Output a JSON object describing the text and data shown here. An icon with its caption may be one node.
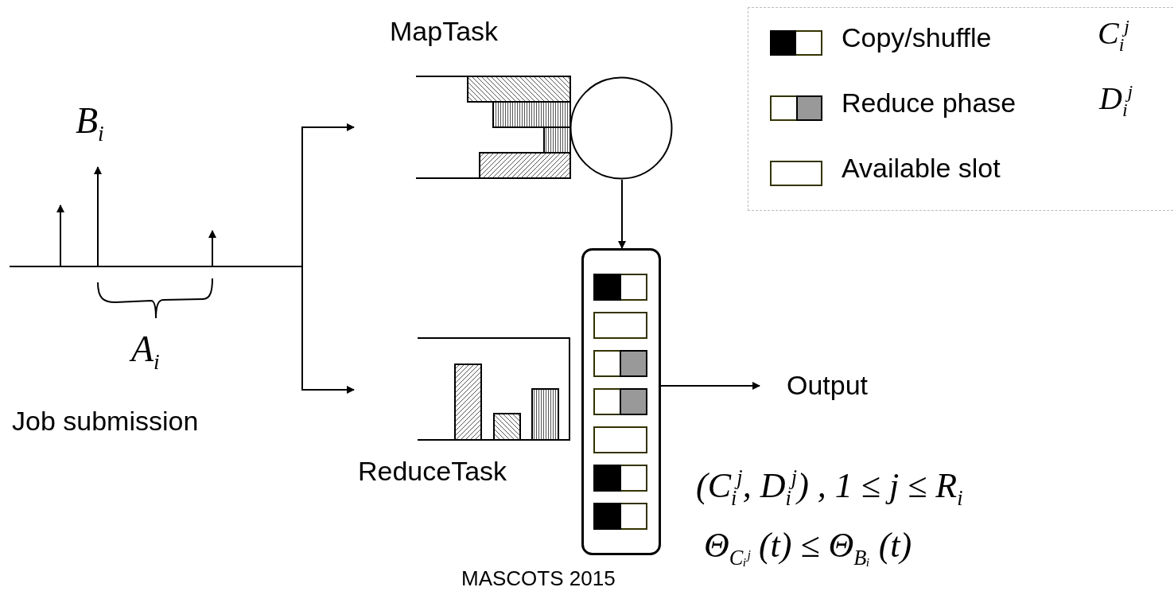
{
  "diagram": {
    "nodes": [
      {
        "text": [
          "MapTask"
        ]
      },
      {
        "text": [],
        "shape": "circle"
      },
      {
        "text": [
          "ReduceTask"
        ]
      },
      {
        "text": [],
        "shape": "box"
      },
      {
        "text": [
          "Output"
        ]
      },
      {
        "text": [
          "Job submission"
        ]
      }
    ],
    "edges": [
      {
        "from": 5,
        "to": 0,
        "arrow": "to"
      },
      {
        "from": 5,
        "to": 2,
        "arrow": "to"
      },
      {
        "from": 1,
        "to": 3,
        "arrow": "to"
      },
      {
        "from": 3,
        "to": 4,
        "arrow": "to"
      }
    ],
    "labels": [
      "B$_{i}$",
      "C$_{i}$$^{j}$",
      "D$_{i}$$^{j}$",
      "A$_{i}$",
      "(C$_{i}$$^{j}$, D$_{i}$$^{j}$) , 1 ≤ j ≤ R$_{i}$",
      "Θ$_{Cᵢʲ}$ (t) ≤ Θ$_{Bᵢ}$ (t)",
      "MASCOTS 2015"
    ],
    "legend": [
      {
        "text": "Copy/shuffle",
        "color": "#000000"
      },
      {
        "text": "Reduce phase",
        "color": "#999999"
      },
      {
        "text": "Available slot",
        "color": "#ffffff"
      }
    ]
  }
}
